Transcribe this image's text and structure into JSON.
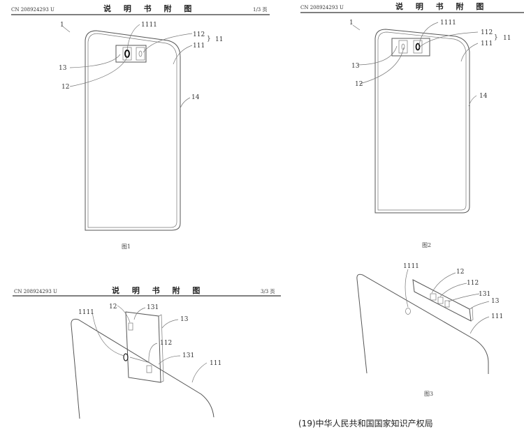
{
  "sheets": [
    {
      "patent_no": "CN 208924293 U",
      "title": "说 明 书 附 图",
      "page": "1/3 页",
      "caption": "图1",
      "labels": {
        "ref1": "1",
        "ref1111": "1111",
        "ref112": "112",
        "ref11": "11",
        "ref111": "111",
        "ref13": "13",
        "ref12": "12",
        "ref14": "14"
      }
    },
    {
      "patent_no": "CN 208924293 U",
      "title": "说 明 书 附 图",
      "caption": "图2",
      "labels": {
        "ref1": "1",
        "ref1111": "1111",
        "ref112": "112",
        "ref11": "11",
        "ref111": "111",
        "ref13": "13",
        "ref12": "12",
        "ref14": "14"
      }
    },
    {
      "patent_no": "CN 208924293 U",
      "title": "说 明 书 附 图",
      "page": "3/3 页",
      "labels": {
        "ref12": "12",
        "ref131a": "131",
        "ref1111": "1111",
        "ref13": "13",
        "ref112": "112",
        "ref131b": "131",
        "ref111": "111"
      }
    },
    {
      "caption": "图3",
      "labels": {
        "ref1111": "1111",
        "ref12": "12",
        "ref112": "112",
        "ref131": "131",
        "ref13": "13",
        "ref111": "111"
      }
    }
  ],
  "footer": "(19)中华人民共和国国家知识产权局"
}
